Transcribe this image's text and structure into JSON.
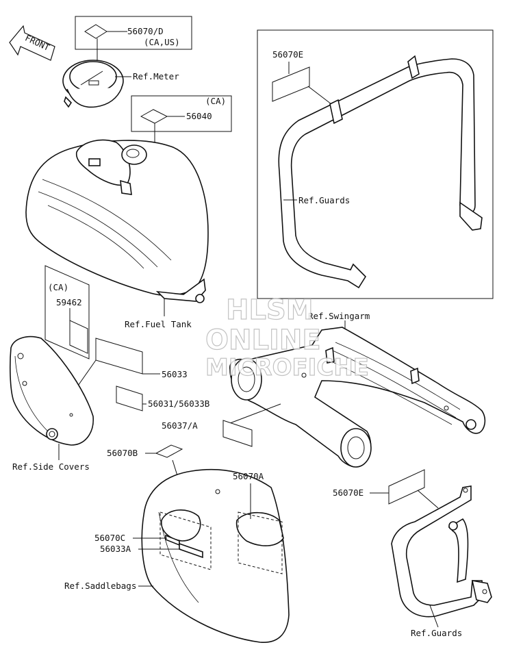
{
  "front_arrow": {
    "text": "FRONT"
  },
  "labels": {
    "p56070d": "56070/D",
    "ca_us": "(CA,US)",
    "ref_meter": "Ref.Meter",
    "ca_top": "(CA)",
    "p56040": "56040",
    "ref_fuel_tank": "Ref.Fuel Tank",
    "ca_left": "(CA)",
    "p59462": "59462",
    "p56033": "56033",
    "p56031": "56031/56033B",
    "p56037": "56037/A",
    "ref_side_covers": "Ref.Side Covers",
    "p56070e_top": "56070E",
    "ref_guards_top": "Ref.Guards",
    "ref_swingarm": "Ref.Swingarm",
    "p56070b": "56070B",
    "p56070a": "56070A",
    "p56070e_bottom": "56070E",
    "p56070c": "56070C",
    "p56033a": "56033A",
    "ref_saddlebags": "Ref.Saddlebags",
    "ref_guards_bottom": "Ref.Guards"
  },
  "watermark": {
    "line1": "HLSM",
    "line2": "ONLINE",
    "line3": "MICROFICHE"
  }
}
